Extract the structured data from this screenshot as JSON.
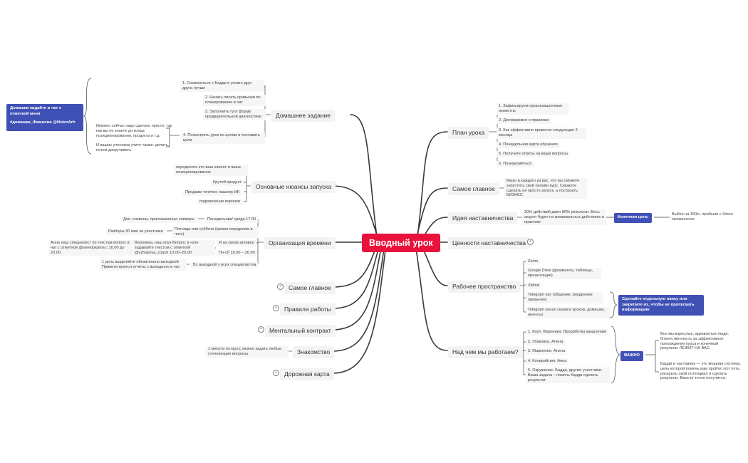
{
  "central": "Вводный урок",
  "left": {
    "homework": {
      "title": "Домашнее задание",
      "items": [
        "1. Созвониться с Бадди и узнать друг друга лучше",
        "2. Начать писать привычки по планированию в чат",
        "3. Заполнить гугл форму предварительной диагностики",
        "4. Посмотреть урок по целям и поставить цели"
      ],
      "note1": "Именно сейчас надо сделать просто, так как вы не знаете до конца позиционирования, продукта и т.д.",
      "note2": "И ваших учеников учите также: делать, потом докручивать",
      "callout_line1": "Домашки кидайте в чат с отметкой меня",
      "callout_line2": "#домашка_Фамилия @HelenArh"
    },
    "launch": {
      "title": "Основные нюансы запуска",
      "items": [
        "определить кто ваш клиент и ваше позиционирование",
        "Крутой продукт",
        "Продажи точечно нашему ИК",
        "подключение воронки"
      ]
    },
    "time": {
      "title": "Организация времени",
      "items": [
        "Понедельник/ среда 17.00",
        "Пятница или суббота (время определим в чате)",
        "Я на связи активно",
        "Пн-сб 10.00 – 20.00",
        "Вс выходной у всех специалистов"
      ],
      "details": [
        "Доп. созвоны, приглашенные спикеры",
        "Разборы 30 мин за участника",
        "Вероника, наш коуч Вопрос в чате задавайте текстом с отметкой  @vzhukova_coach 10.00–20.00",
        "Анна наш специалист по текстам вопрос в чат с отметкой @seredukania с 10.00 до 20.00",
        "1 день выделяйте обязательно выходной Приветствуются отчеты с выходного в чат"
      ]
    },
    "main2": {
      "title": "Самое главное"
    },
    "rules": {
      "title": "Правила работы"
    },
    "contract": {
      "title": "Ментальный контракт"
    },
    "intro": {
      "title": "Знакомство",
      "items": [
        "1 минута по кругу, можно задать любые уточняющие вопросы"
      ]
    },
    "roadmap": {
      "title": "Дорожная карта"
    }
  },
  "right": {
    "plan": {
      "title": "План урока",
      "items": [
        "1. Зафиксируем организационные моменты",
        "2. Договоримся о правилах",
        "3. Как эффективно провести следующие 2 месяца",
        "4. Понедельная карта обучения",
        "5. Получите ответы на ваши вопросы",
        "6. Познакомиться"
      ]
    },
    "main": {
      "title": "Самое главное",
      "items": [
        "Верю в каждого из вас, что вы сможете запустить свой онлайн курс. Сможете сделать не просто запуск, а построить БИЗНЕС"
      ]
    },
    "idea": {
      "title": "Идея наставничества",
      "items": [
        "20% действий дают 80% результат. Весь акцент будет на минимальных действиях и практике"
      ],
      "goal_badge": "Конечная цель",
      "goal_text": "Выйти на 150к+ прибыли с блога ежемесячно"
    },
    "values": {
      "title": "Ценности наставничества"
    },
    "workspace": {
      "title": "Рабочее пространство",
      "items": [
        "Zoom",
        "Google Drive (документы, таблицы, презентации)",
        "XMind",
        "Telegram чат (общение, внедрение привычек)",
        "Telegram канал (записи уроков, домашки, анонсы)"
      ],
      "callout": "Сделайте отдельную папку или закрепите их, чтобы не пропускать информацию"
    },
    "work": {
      "title": "Над чем мы работаем?",
      "items": [
        "1. Коуч. Вероника. Проработка мышления",
        "2. Упаковка. Алена",
        "3. Маркетинг. Алена",
        "4. Копирайтинг. Анна",
        "5. Окружение. Бадди, другие участники. Ваша задача – помочь бадди сделать результат."
      ],
      "badge": "ВАЖНО",
      "note1": "Все мы взрослые, адекватные люди. Ответственность за эффективное прохождение курса и конечный результат ЛЕЖИТ НА ВАС.",
      "note2": "Бадди и наставник — это мощная система, цель которой помочь вам пройти этот путь, раскрыть свой потенциал и сделать результат. Вместе точно получится."
    }
  },
  "collapse_marker": "+",
  "colors": {
    "central": "#e8123a",
    "accent": "#3f51b5",
    "line": "#3a3a3a"
  }
}
